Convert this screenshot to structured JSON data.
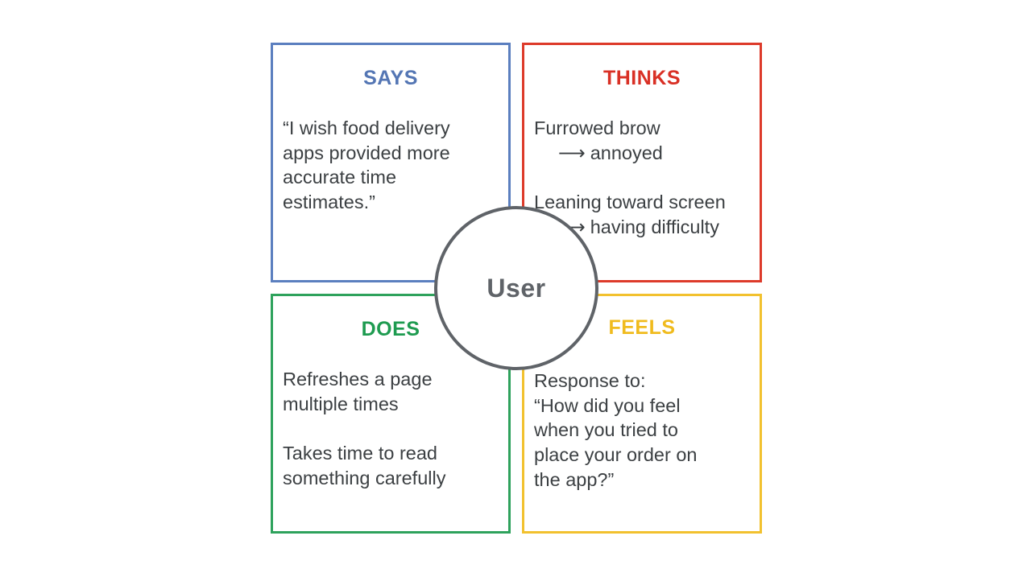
{
  "says": {
    "title": "SAYS",
    "lines": [
      "“I wish food delivery",
      "apps provided more",
      "accurate time",
      "estimates.”"
    ]
  },
  "thinks": {
    "title": "THINKS",
    "item1": {
      "text": "Furrowed brow",
      "result": "annoyed"
    },
    "item2": {
      "text": "Leaning toward screen",
      "result": "having difficulty"
    },
    "arrow": "⟶"
  },
  "does": {
    "title": "DOES",
    "item1": [
      "Refreshes a page",
      "multiple times"
    ],
    "item2": [
      "Takes time to read",
      "something carefully"
    ]
  },
  "feels": {
    "title": "FEELS",
    "lines": [
      "Response to:",
      "“How did you feel",
      "when you tried to",
      "place your order on",
      "the app?”"
    ]
  },
  "center": {
    "label": "User"
  },
  "colors": {
    "says": "#5b7fbf",
    "thinks": "#dd3a2a",
    "does": "#2ea25c",
    "feels": "#f2c12e",
    "circle": "#5f6368"
  }
}
